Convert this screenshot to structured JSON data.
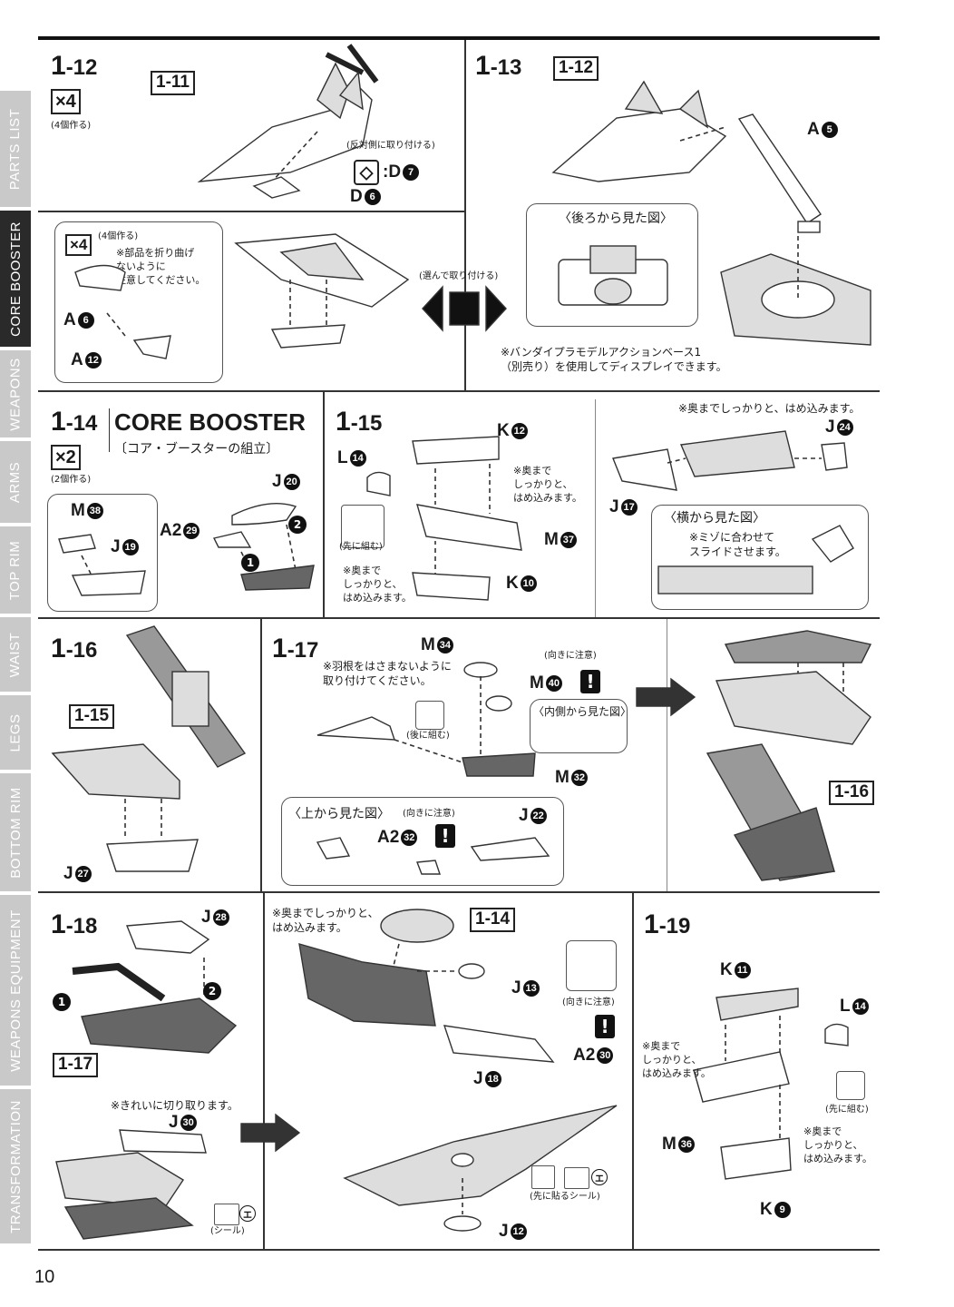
{
  "page_number": "10",
  "sidebar": {
    "tabs": [
      {
        "label": "PARTS LIST",
        "active": false
      },
      {
        "label": "CORE BOOSTER",
        "active": true
      },
      {
        "label": "WEAPONS",
        "active": false
      },
      {
        "label": "ARMS",
        "active": false
      },
      {
        "label": "TOP RIM",
        "active": false
      },
      {
        "label": "WAIST",
        "active": false
      },
      {
        "label": "LEGS",
        "active": false
      },
      {
        "label": "BOTTOM RIM",
        "active": false
      },
      {
        "label": "WEAPONS EQUIPMENT",
        "active": false
      },
      {
        "label": "TRANSFORMATION",
        "active": false
      }
    ]
  },
  "steps": {
    "s1_12": {
      "num": "1",
      "sub": "-12",
      "ref": "1-11",
      "mult": "×4",
      "mult_note": "(4個作る)",
      "reverse_note": "(反対側に取り付ける)",
      "parts": [
        {
          "code": "D",
          "n": "7"
        },
        {
          "code": "D",
          "n": "6"
        }
      ],
      "sub_mult": "×4",
      "sub_mult_note": "(4個作る)",
      "sub_note": "※部品を折り曲げ\nないように\n注意してください。",
      "sub_parts": [
        {
          "code": "A",
          "n": "6"
        },
        {
          "code": "A",
          "n": "12"
        }
      ]
    },
    "s1_13": {
      "num": "1",
      "sub": "-13",
      "ref": "1-12",
      "parts": [
        {
          "code": "A",
          "n": "5"
        }
      ],
      "choose_note": "(選んで取り付ける)",
      "back_view": "〈後ろから見た図〉",
      "display_note": "※バンダイプラモデルアクションベース1\n（別売り）を使用してディスプレイできます。"
    },
    "s1_14": {
      "num": "1",
      "sub": "-14",
      "title": "CORE BOOSTER",
      "subtitle": "〔コア・ブースターの組立〕",
      "mult": "×2",
      "mult_note": "(2個作る)",
      "parts": [
        {
          "code": "M",
          "n": "38"
        },
        {
          "code": "J",
          "n": "19"
        },
        {
          "code": "A2",
          "n": "29"
        },
        {
          "code": "J",
          "n": "20"
        }
      ],
      "order": [
        "1",
        "2"
      ]
    },
    "s1_15": {
      "num": "1",
      "sub": "-15",
      "parts": [
        {
          "code": "K",
          "n": "12"
        },
        {
          "code": "L",
          "n": "14"
        },
        {
          "code": "M",
          "n": "37"
        },
        {
          "code": "K",
          "n": "10"
        },
        {
          "code": "J",
          "n": "17"
        },
        {
          "code": "J",
          "n": "24"
        }
      ],
      "note_a": "※奥まで\nしっかりと、\nはめ込みます。",
      "note_b": "※奥まで\nしっかりと、\nはめ込みます。",
      "first": "(先に組む)",
      "note_top": "※奥までしっかりと、はめ込みます。",
      "side_view": "〈横から見た図〉",
      "slide_note": "※ミゾに合わせて\nスライドさせます。"
    },
    "s1_16": {
      "num": "1",
      "sub": "-16",
      "ref": "1-15",
      "parts": [
        {
          "code": "J",
          "n": "27"
        }
      ]
    },
    "s1_17": {
      "num": "1",
      "sub": "-17",
      "feather_note": "※羽根をはさまないように\n取り付けてください。",
      "orient_note": "(向きに注意)",
      "later": "(後に組む)",
      "inner_view": "〈内側から見た図〉",
      "top_view": "〈上から見た図〉",
      "orient_note2": "(向きに注意)",
      "result_ref": "1-16",
      "parts": [
        {
          "code": "M",
          "n": "34"
        },
        {
          "code": "M",
          "n": "40"
        },
        {
          "code": "M",
          "n": "32"
        },
        {
          "code": "A2",
          "n": "32"
        },
        {
          "code": "J",
          "n": "22"
        }
      ]
    },
    "s1_18": {
      "num": "1",
      "sub": "-18",
      "ref": "1-17",
      "ref2": "1-14",
      "parts": [
        {
          "code": "J",
          "n": "28"
        },
        {
          "code": "J",
          "n": "30"
        },
        {
          "code": "J",
          "n": "13"
        },
        {
          "code": "J",
          "n": "18"
        },
        {
          "code": "A2",
          "n": "30"
        },
        {
          "code": "J",
          "n": "12"
        }
      ],
      "cut_note": "※きれいに切り取ります。",
      "seal": "(シール)",
      "seal_first": "(先に貼るシール)",
      "press_note": "※奥までしっかりと、\nはめ込みます。",
      "orient_note": "(向きに注意)",
      "seal_mark": "エ"
    },
    "s1_19": {
      "num": "1",
      "sub": "-19",
      "parts": [
        {
          "code": "K",
          "n": "11"
        },
        {
          "code": "L",
          "n": "14"
        },
        {
          "code": "M",
          "n": "36"
        },
        {
          "code": "K",
          "n": "9"
        }
      ],
      "note_a": "※奥まで\nしっかりと、\nはめ込みます。",
      "note_b": "※奥まで\nしっかりと、\nはめ込みます。",
      "first": "(先に組む)"
    }
  }
}
